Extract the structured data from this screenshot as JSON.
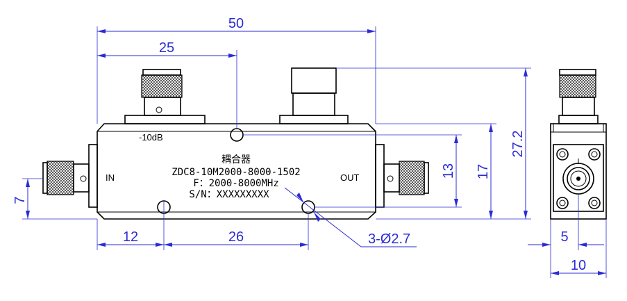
{
  "dimensions": {
    "overall_length": "50",
    "coupled_port_offset": "25",
    "height_total": "27.2",
    "body_height": "17",
    "hole_span_vertical": "13",
    "port_height": "7",
    "hole_left_offset": "12",
    "hole_span_horizontal": "26",
    "holes": "3-Ø2.7",
    "side_port_offset": "5",
    "side_width": "10"
  },
  "labels": {
    "coupling": "-10dB",
    "input": "IN",
    "output": "OUT",
    "name": "耦合器",
    "model": "ZDC8-10M2000-8000-1502",
    "frequency": "F：2000-8000MHz",
    "serial": "S/N：XXXXXXXXX"
  }
}
